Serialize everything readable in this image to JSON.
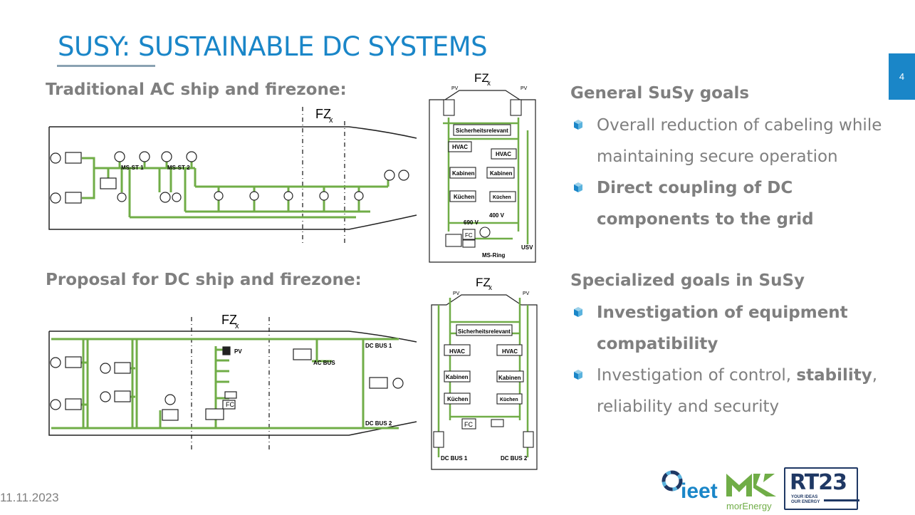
{
  "title": "SUSY: SUSTAINABLE DC SYSTEMS",
  "page_number": "4",
  "date": "11.11.2023",
  "ac_section": {
    "heading": "Traditional AC ship and firezone:",
    "fz_label": "FZ",
    "fz_sub": "x",
    "ms_st1": "MS-ST 1",
    "ms_st2": "MS-ST 2"
  },
  "dc_section": {
    "heading": "Proposal for DC ship and firezone:",
    "fz_label": "FZ",
    "fz_sub": "x",
    "pv": "PV",
    "fc": "FC",
    "ac_bus": "AC BUS",
    "dc_bus1": "DC BUS 1",
    "dc_bus2": "DC BUS 2"
  },
  "ac_firezone": {
    "fz_label": "FZ",
    "fz_sub": "x",
    "pv_left": "PV",
    "pv_right": "PV",
    "safety": "Sicherheitsrelevant",
    "hvac1": "HVAC",
    "hvac2": "HVAC",
    "cabins1": "Kabinen",
    "cabins2": "Kabinen",
    "kitchen1": "Küchen",
    "kitchen2": "Küchen",
    "v690": "690 V",
    "v400": "400 V",
    "fc": "FC",
    "ms_ring": "MS-Ring",
    "usv": "USV"
  },
  "dc_firezone": {
    "fz_label": "FZ",
    "fz_sub": "x",
    "pv_left": "PV",
    "pv_right": "PV",
    "safety": "Sicherheitsrelevant",
    "hvac1": "HVAC",
    "hvac2": "HVAC",
    "cabins1": "Kabinen",
    "cabins2": "Kabinen",
    "kitchen1": "Küchen",
    "kitchen2": "Küchen",
    "fc": "FC",
    "dc_bus1": "DC BUS 1",
    "dc_bus2": "DC BUS 2"
  },
  "general_goals": {
    "heading": "General SuSy goals",
    "b1": "Overall reduction of cabeling while maintaining secure operation",
    "b2": "Direct coupling of DC components to the grid"
  },
  "specialized_goals": {
    "heading": "Specialized goals in SuSy",
    "b1": "Investigation of equipment compatibility",
    "b2_part1": "Investigation of control, ",
    "b2_bold": "stability",
    "b2_part2": ", reliability and security"
  },
  "logos": {
    "ieet": "ieet",
    "mor": "morEnergy",
    "rt23": "RT23",
    "rt23_tag1": "YOUR IDEAS",
    "rt23_tag2": "OUR ENERGY"
  },
  "colors": {
    "accent": "#1a86c8",
    "green": "#70ad47",
    "text_gray": "#7f7f7f",
    "rt23_navy": "#1f3864"
  }
}
